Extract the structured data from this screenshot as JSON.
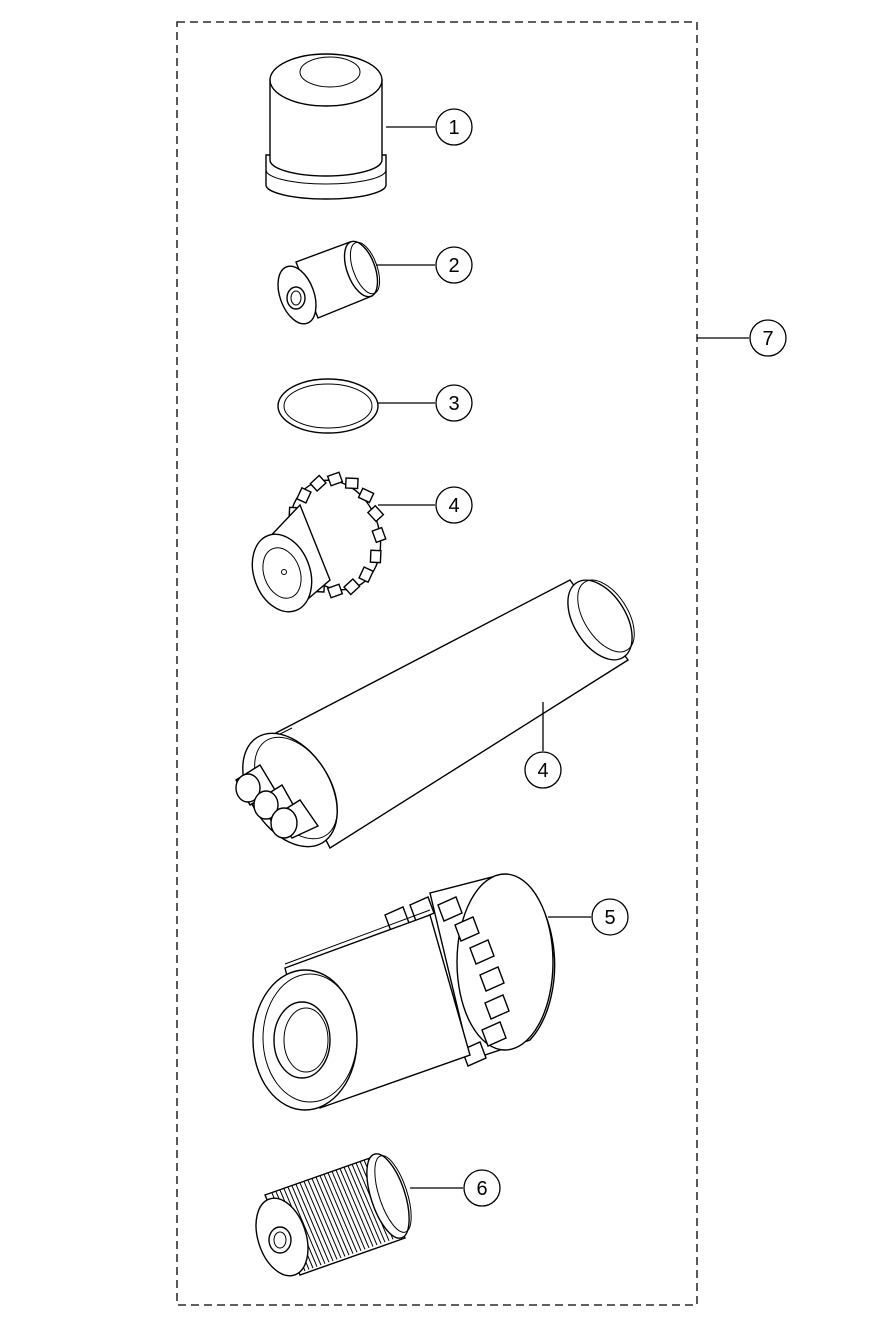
{
  "callouts": [
    {
      "id": "c1",
      "label": "1"
    },
    {
      "id": "c2",
      "label": "2"
    },
    {
      "id": "c3",
      "label": "3"
    },
    {
      "id": "c4a",
      "label": "4"
    },
    {
      "id": "c4b",
      "label": "4"
    },
    {
      "id": "c5",
      "label": "5"
    },
    {
      "id": "c6",
      "label": "6"
    },
    {
      "id": "c7",
      "label": "7"
    }
  ]
}
